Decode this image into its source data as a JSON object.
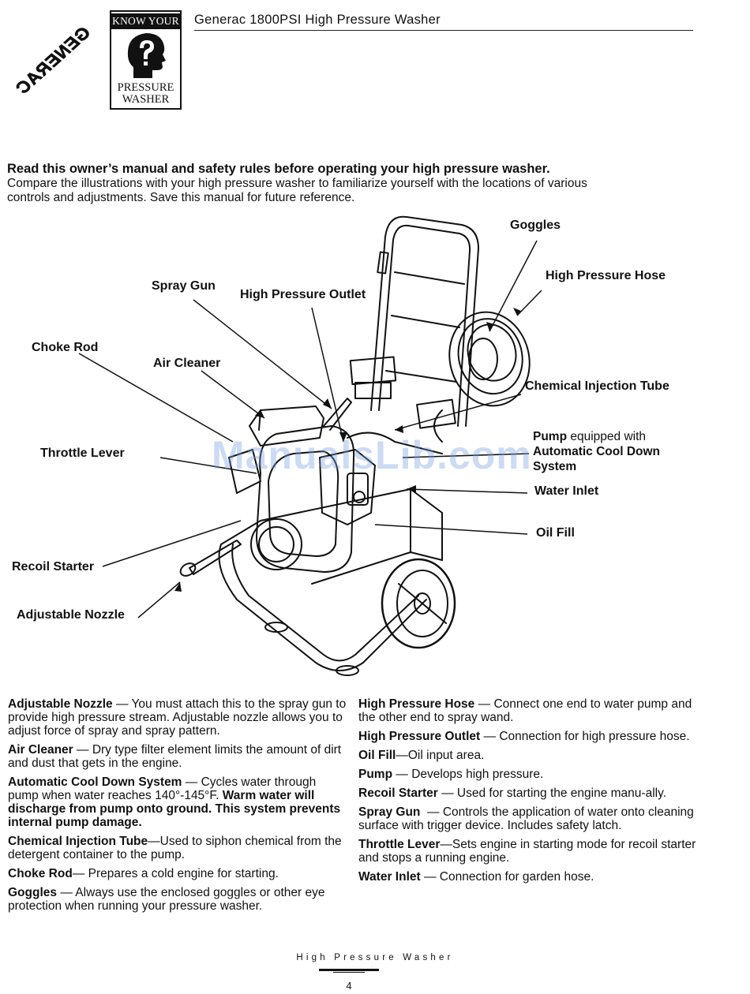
{
  "header": {
    "brand_logo_text": "GENERAC",
    "kyp_top": "KNOW YOUR",
    "kyp_bottom_1": "PRESSURE",
    "kyp_bottom_2": "WASHER",
    "title": "Generac 1800PSI  High Pressure Washer"
  },
  "intro": {
    "bold_line": "Read this owner’s manual and safety rules before operating your high pressure washer.",
    "line_1": "Compare the illustrations with your high pressure washer to familiarize yourself with the locations of various",
    "line_2": "controls and adjustments.  Save this manual for future reference."
  },
  "diagram_labels": {
    "goggles": "Goggles",
    "high_pressure_hose": "High Pressure Hose",
    "spray_gun": "Spray Gun",
    "high_pressure_outlet": "High Pressure Outlet",
    "choke_rod": "Choke Rod",
    "air_cleaner": "Air Cleaner",
    "chemical_injection_tube": "Chemical Injection Tube",
    "pump_bold": "Pump",
    "pump_rest": " equipped with",
    "pump_line_2": "Automatic Cool Down",
    "pump_line_3": "System",
    "throttle_lever": "Throttle Lever",
    "water_inlet": "Water Inlet",
    "oil_fill": "Oil Fill",
    "recoil_starter": "Recoil Starter",
    "adjustable_nozzle": "Adjustable Nozzle"
  },
  "watermark": "ManualsLib.com",
  "definitions_left": [
    {
      "term": "Adjustable Nozzle",
      "sep": " — ",
      "text": "You must attach this to the spray gun to provide high pressure stream. Adjustable nozzle allows you to adjust force of spray and spray pattern."
    },
    {
      "term": "Air Cleaner",
      "sep": " — ",
      "text": "Dry type filter element limits the amount of dirt and dust that gets in the engine."
    },
    {
      "term": "Automatic Cool Down System",
      "sep": " — ",
      "text": "Cycles water through pump when water reaches 140°-145°F. ",
      "bold_tail": "Warm water will discharge from pump onto ground. This system prevents internal pump damage."
    },
    {
      "term": "Chemical Injection Tube",
      "sep": "—",
      "text": "Used to siphon chemical from the detergent container to the pump."
    },
    {
      "term": "Choke Rod",
      "sep": "— ",
      "text": "Prepares a cold engine for starting."
    },
    {
      "term": "Goggles",
      "sep": " — ",
      "text": "Always use the enclosed goggles or other eye protection when running your pressure washer."
    }
  ],
  "definitions_right": [
    {
      "term": "High Pressure Hose",
      "sep": " — ",
      "text": "Connect one end to water pump and the other end to spray wand."
    },
    {
      "term": "High Pressure Outlet",
      "sep": " — ",
      "text": "Connection for high pressure hose."
    },
    {
      "term": "Oil Fill",
      "sep": "—",
      "text": "Oil input area."
    },
    {
      "term": "Pump",
      "sep": " — ",
      "text": "Develops high pressure."
    },
    {
      "term": "Recoil Starter",
      "sep": " — ",
      "text": "Used for starting the engine manu-ally."
    },
    {
      "term": "Spray Gun",
      "sep": "  — ",
      "text": "Controls the application of water onto cleaning surface with trigger device.  Includes safety latch."
    },
    {
      "term": "Throttle Lever",
      "sep": "—",
      "text": "Sets engine in starting mode for recoil starter and stops a running engine."
    },
    {
      "term": "Water Inlet",
      "sep": " — ",
      "text": "Connection for garden hose."
    }
  ],
  "footer": {
    "title": "High Pressure Washer",
    "page_number": "4"
  }
}
